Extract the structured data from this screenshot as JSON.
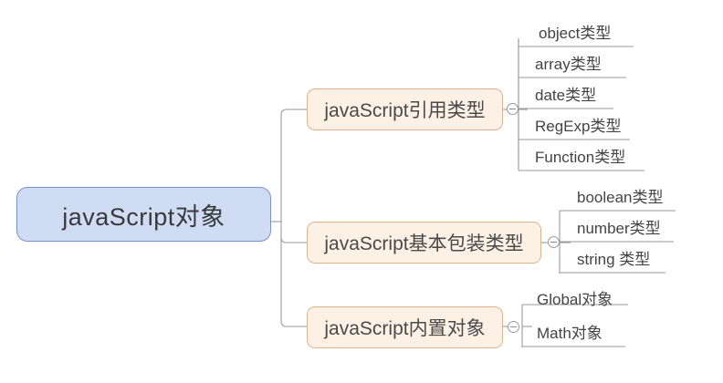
{
  "diagram": {
    "type": "mind-map",
    "title": "javaScript对象",
    "background_color": "#ffffff",
    "root": {
      "label": "javaScript对象",
      "fill_color": "#cfdcf4",
      "border_color": "#7694c9",
      "text_color": "#3a3a3a"
    },
    "branch_style": {
      "fill_color": "#fdf1e5",
      "border_color": "#e0b48a",
      "text_color": "#4a4a4a"
    },
    "leaf_style": {
      "text_color": "#444444",
      "underline_color": "#9a9a9a"
    },
    "connector_color": "#9a9a9a",
    "branches": [
      {
        "label": "javaScript引用类型",
        "toggle": "collapse-minus-icon",
        "children": [
          {
            "label": "object类型"
          },
          {
            "label": "array类型"
          },
          {
            "label": "date类型"
          },
          {
            "label": "RegExp类型"
          },
          {
            "label": "Function类型"
          }
        ]
      },
      {
        "label": "javaScript基本包装类型",
        "toggle": "collapse-minus-icon",
        "children": [
          {
            "label": "boolean类型"
          },
          {
            "label": "number类型"
          },
          {
            "label": "string 类型"
          }
        ]
      },
      {
        "label": "javaScript内置对象",
        "toggle": "collapse-minus-icon",
        "children": [
          {
            "label": "Global对象"
          },
          {
            "label": "Math对象"
          }
        ]
      }
    ]
  }
}
